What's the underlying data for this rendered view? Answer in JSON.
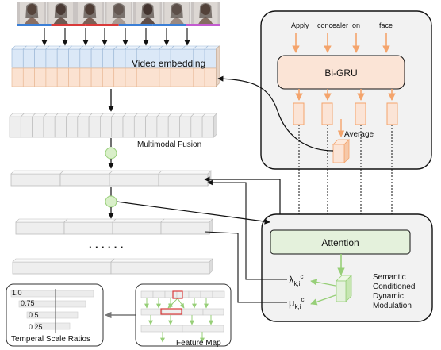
{
  "video_frames": [
    {
      "name": "frame-1",
      "tone": "#8a6f63"
    },
    {
      "name": "frame-2",
      "tone": "#6f5a52"
    },
    {
      "name": "frame-3",
      "tone": "#7b5f55"
    },
    {
      "name": "frame-4",
      "tone": "#a89a92"
    },
    {
      "name": "frame-5",
      "tone": "#5f4d47"
    },
    {
      "name": "frame-6",
      "tone": "#9a8880"
    },
    {
      "name": "frame-7",
      "tone": "#846c61"
    }
  ],
  "segment_colors": [
    "#3b7fd6",
    "#d93a3a",
    "#d93a3a",
    "#3b7fd6",
    "#3b7fd6",
    "#c35bd0"
  ],
  "labels": {
    "video_embedding": "Video embedding",
    "multimodal_fusion": "Multimodal Fusion",
    "ellipsis": "· · · · · ·",
    "temporal_scale_ratios": "Temperal Scale Ratios",
    "feature_map": "Feature Map"
  },
  "query_words": [
    "Apply",
    "concealer",
    "on",
    "face"
  ],
  "query_module": {
    "bigru": "Bi-GRU",
    "average": "Average"
  },
  "attention_module": {
    "attention": "Attention",
    "lambda_symbol": "λ",
    "lambda_sub": "k,i",
    "lambda_sup": "c",
    "mu_symbol": "μ",
    "mu_sub": "k,i",
    "mu_sup": "c",
    "scdm_label_lines": [
      "Semantic",
      "Conditioned",
      "Dynamic",
      "Modulation"
    ]
  },
  "scale_ratios": [
    "1.0",
    "0.75",
    "0.5",
    "0.25"
  ],
  "colors": {
    "embedding_blue": "#dbe8f7",
    "embedding_orange": "#fbe2d1",
    "gru_fill": "#fbe4d6",
    "attention_fill": "#e4f1dc",
    "green_node": "#d9efc9",
    "panel_fill": "#f2f2f2",
    "orange_arrow": "#f4a46c",
    "green_arrow": "#97cf78",
    "red_box": "#d93a3a",
    "gray_bar": "#ececec"
  }
}
